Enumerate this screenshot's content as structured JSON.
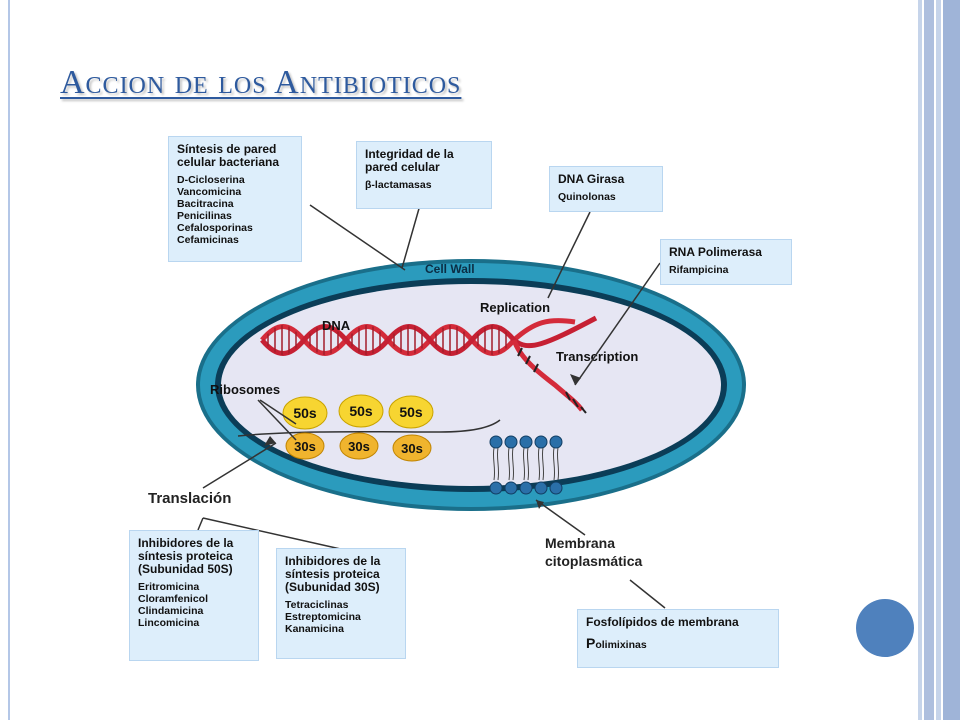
{
  "title": "Accion de los Antibioticos",
  "diagram": {
    "cell_wall": "Cell Wall",
    "dna": "DNA",
    "replication": "Replication",
    "transcription": "Transcription",
    "ribosomes": "Ribosomes",
    "ribosome_50s": "50s",
    "ribosome_30s": "30s",
    "translation": "Translación",
    "membrane_line1": "Membrana",
    "membrane_line2": "citoplasmática"
  },
  "boxes": {
    "wall_synthesis": {
      "head_line1": "Síntesis de pared",
      "head_line2": "celular bacteriana",
      "drugs": [
        "D-Cicloserina",
        "Vancomicina",
        "Bacitracina",
        "Penicilinas",
        "Cefalosporinas",
        "Cefamicinas"
      ]
    },
    "wall_integrity": {
      "head_line1": "Integridad de la",
      "head_line2": "pared celular",
      "drugs": [
        "β-lactamasas"
      ]
    },
    "dna_gyrase": {
      "head": "DNA Girasa",
      "drugs": [
        "Quinolonas"
      ]
    },
    "rna_polymerase": {
      "head": "RNA Polimerasa",
      "drugs": [
        "Rifampicina"
      ]
    },
    "protein_50s": {
      "head_line1": "Inhibidores de la",
      "head_line2": "síntesis proteica",
      "head_line3": "(Subunidad 50S)",
      "drugs": [
        "Eritromicina",
        "Cloramfenicol",
        "Clindamicina",
        "Lincomicina"
      ]
    },
    "protein_30s": {
      "head_line1": "Inhibidores de la",
      "head_line2": "síntesis proteica",
      "head_line3": "(Subunidad 30S)",
      "drugs": [
        "Tetraciclinas",
        "Estreptomicina",
        "Kanamicina"
      ]
    },
    "phospholipids": {
      "head": "Fosfolípidos de membrana",
      "drug_initial": "P",
      "drug_rest": "olimixinas"
    }
  },
  "colors": {
    "title": "#2e5a9e",
    "cell_wall": "#2b9bbd",
    "cell_wall_outer": "#1a6f8a",
    "membrane": "#0b3d57",
    "cytoplasm": "#e6e6f3",
    "dna": "#d42b3a",
    "ribosome_50s": "#f7d531",
    "ribosome_30s": "#f0b42e",
    "box_fill": "#ddeefb",
    "accent_circle": "#4f81bd"
  }
}
